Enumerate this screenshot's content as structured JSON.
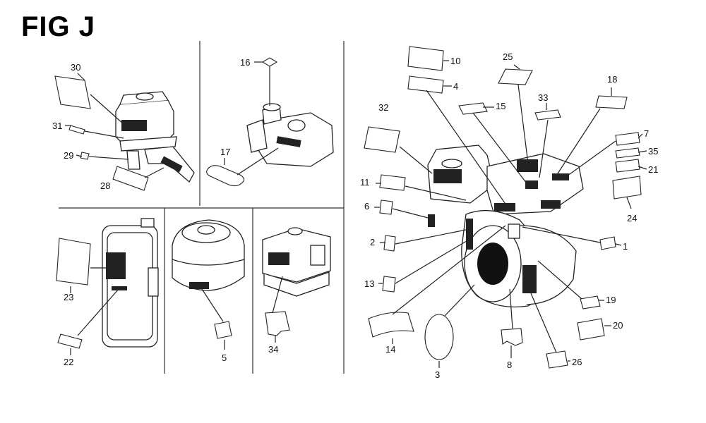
{
  "figure": {
    "title": "FIG J"
  },
  "callouts": {
    "c1": "1",
    "c2": "2",
    "c3": "3",
    "c4": "4",
    "c5": "5",
    "c6": "6",
    "c7": "7",
    "c8": "8",
    "c10": "10",
    "c11": "11",
    "c13": "13",
    "c14": "14",
    "c15": "15",
    "c16": "16",
    "c17": "17",
    "c18": "18",
    "c19": "19",
    "c20": "20",
    "c21": "21",
    "c22": "22",
    "c23": "23",
    "c24": "24",
    "c25": "25",
    "c26": "26",
    "c28": "28",
    "c29": "29",
    "c30": "30",
    "c31": "31",
    "c32": "32",
    "c33": "33",
    "c34": "34",
    "c35": "35"
  },
  "icons": {
    "engine": "engine-diagram-icon",
    "air_cleaner": "air-cleaner-icon",
    "muffler": "muffler-icon",
    "label": "decal-label-icon"
  }
}
